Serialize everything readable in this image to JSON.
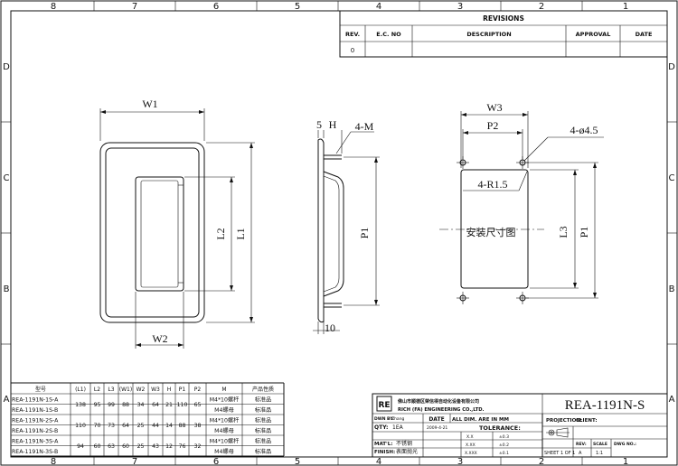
{
  "frame": {
    "zone_cols": [
      "8",
      "7",
      "6",
      "5",
      "4",
      "3",
      "2",
      "1"
    ],
    "zone_rows": [
      "D",
      "C",
      "B",
      "A"
    ]
  },
  "revisions": {
    "title": "REVISIONS",
    "headers": [
      "REV.",
      "E.C. NO",
      "DESCRIPTION",
      "APPROVAL",
      "DATE"
    ],
    "rows": [
      [
        "0",
        "",
        "",
        "",
        ""
      ]
    ]
  },
  "views": {
    "front": {
      "w1": "W1",
      "l1": "L1",
      "l2": "L2",
      "w2": "W2"
    },
    "side": {
      "s": "5",
      "h": "H",
      "m": "4-M",
      "p1": "P1",
      "d": "10"
    },
    "cutout": {
      "w3": "W3",
      "p2": "P2",
      "holes": "4-ø4.5",
      "radius": "4-R1.5",
      "caption": "安装尺寸图",
      "l3": "L3",
      "p1": "P1"
    }
  },
  "spec_table": {
    "headers": [
      "型号",
      "(L1)",
      "L2",
      "L3",
      "(W1)",
      "W2",
      "W3",
      "H",
      "P1",
      "P2",
      "M",
      "产品性质"
    ],
    "rows": [
      [
        "REA-1191N-1S-A",
        "138",
        "95",
        "99",
        "88",
        "34",
        "64",
        "21",
        "110",
        "65",
        "M4*10螺杆",
        "标准品"
      ],
      [
        "REA-1191N-1S-B",
        "",
        "",
        "",
        "",
        "",
        "",
        "",
        "",
        "",
        "M4螺母",
        "标准品"
      ],
      [
        "REA-1191N-2S-A",
        "110",
        "70",
        "73",
        "64",
        "25",
        "44",
        "14",
        "88",
        "38",
        "M4*10螺杆",
        "标准品"
      ],
      [
        "REA-1191N-2S-B",
        "",
        "",
        "",
        "",
        "",
        "",
        "",
        "",
        "",
        "M4螺母",
        "标准品"
      ],
      [
        "REA-1191N-3S-A",
        "94",
        "60",
        "63",
        "60",
        "25",
        "43",
        "12",
        "76",
        "32",
        "M4*10螺杆",
        "标准品"
      ],
      [
        "REA-1191N-3S-B",
        "",
        "",
        "",
        "",
        "",
        "",
        "",
        "",
        "",
        "M4螺母",
        "标准品"
      ]
    ]
  },
  "title_block": {
    "logo": "RE",
    "company_cn": "佛山市顺德区荣信得自动化设备有限公司",
    "company_en": "RICH (FA) ENGINEERING CO.,LTD.",
    "part_no": "REA-1191N-S",
    "drawn_label": "DWN BY:",
    "drawn_by": "Zhang",
    "date_label": "DATE",
    "date": "2009-4-21",
    "units_note": "ALL DIM. ARE IN MM",
    "qty_label": "QTY:",
    "qty": "1EA",
    "tolerance_label": "TOLERANCE:",
    "tol_rows": [
      [
        "X.X",
        "±0.3"
      ],
      [
        "X.XX",
        "±0.2"
      ],
      [
        "X.XXX",
        "±0.1"
      ]
    ],
    "matl_label": "MAT'L:",
    "matl": "不锈钢",
    "finish_label": "FINISH:",
    "finish": "表面抛光",
    "projection_label": "PROJECTION:",
    "client_label": "CLIENT:",
    "sheet_label": "SHEET",
    "sheet": "1 OF 1",
    "rev_label": "REV:",
    "rev": "A",
    "scale_label": "SCALE",
    "scale": "1:1",
    "dwg_label": "DWG NO.:"
  }
}
